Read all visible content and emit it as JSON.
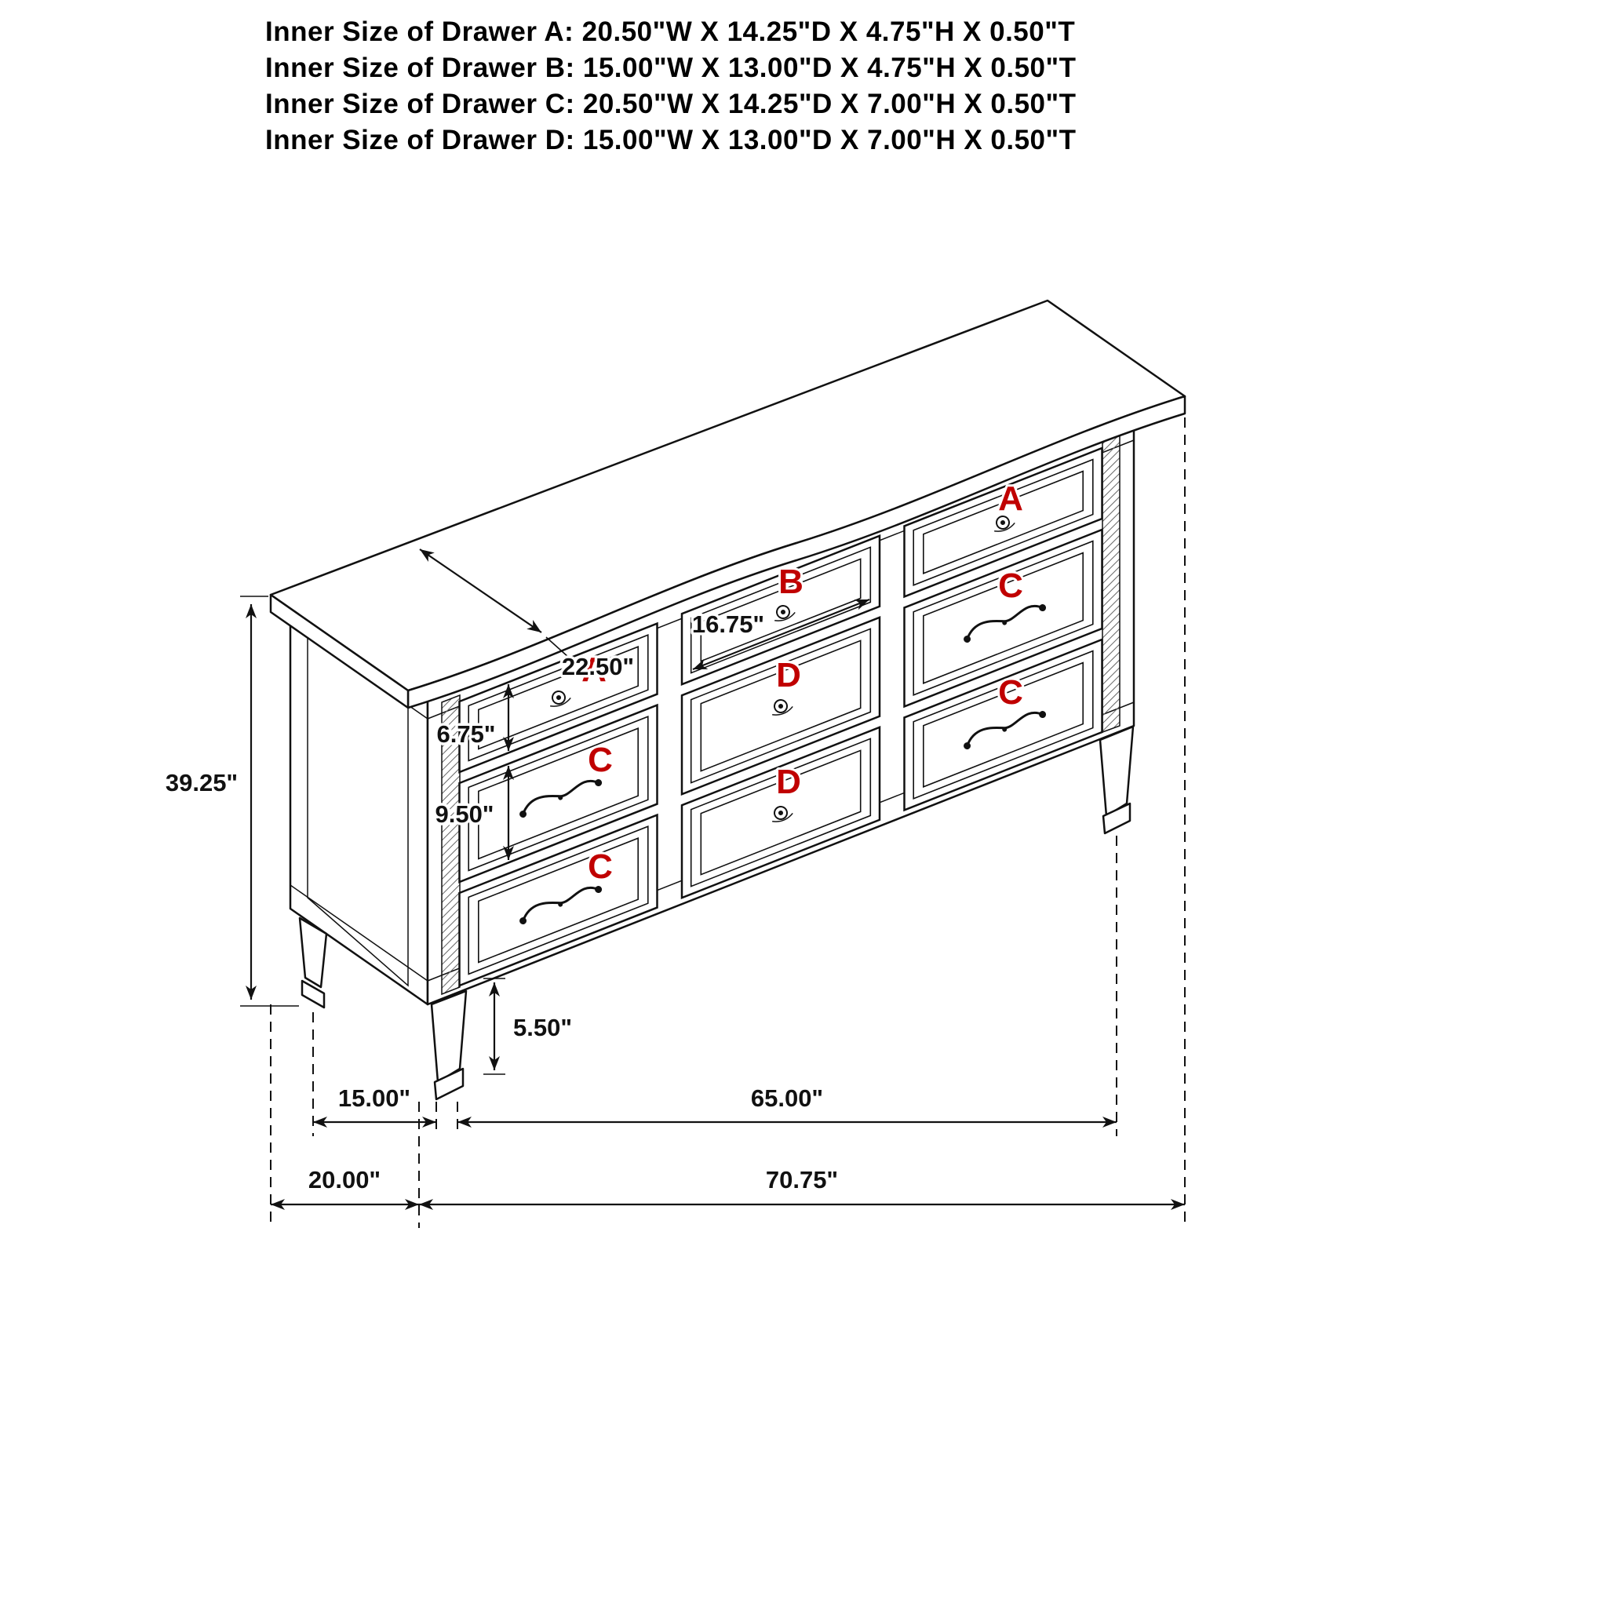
{
  "specs": [
    {
      "text": "Inner Size of Drawer A: 20.50\"W X 14.25\"D X 4.75\"H X 0.50\"T"
    },
    {
      "text": "Inner Size of Drawer B: 15.00\"W X 13.00\"D X 4.75\"H X 0.50\"T"
    },
    {
      "text": "Inner Size of Drawer C: 20.50\"W X 14.25\"D X 7.00\"H X 0.50\"T"
    },
    {
      "text": "Inner Size of Drawer D: 15.00\"W X 13.00\"D X 7.00\"H X 0.50\"T"
    }
  ],
  "drawers": [
    {
      "id": "left-top",
      "label": "A"
    },
    {
      "id": "center-top",
      "label": "B"
    },
    {
      "id": "right-top",
      "label": "A"
    },
    {
      "id": "left-middle",
      "label": "C"
    },
    {
      "id": "center-middle",
      "label": "D"
    },
    {
      "id": "right-middle",
      "label": "C"
    },
    {
      "id": "left-bottom",
      "label": "C"
    },
    {
      "id": "center-bottom",
      "label": "D"
    },
    {
      "id": "right-bottom",
      "label": "C"
    }
  ],
  "dimensions": {
    "overall_height": "39.25\"",
    "top_drawer_height": "6.75\"",
    "lower_drawer_height": "9.50\"",
    "top_depth": "22.50\"",
    "center_drawer_width": "16.75\"",
    "leg_height": "5.50\"",
    "leg_depth_spacing": "15.00\"",
    "overall_depth": "20.00\"",
    "leg_width_spacing": "65.00\"",
    "overall_width": "70.75\""
  },
  "colors": {
    "drawer_label": "#c00000",
    "line": "#111111"
  }
}
